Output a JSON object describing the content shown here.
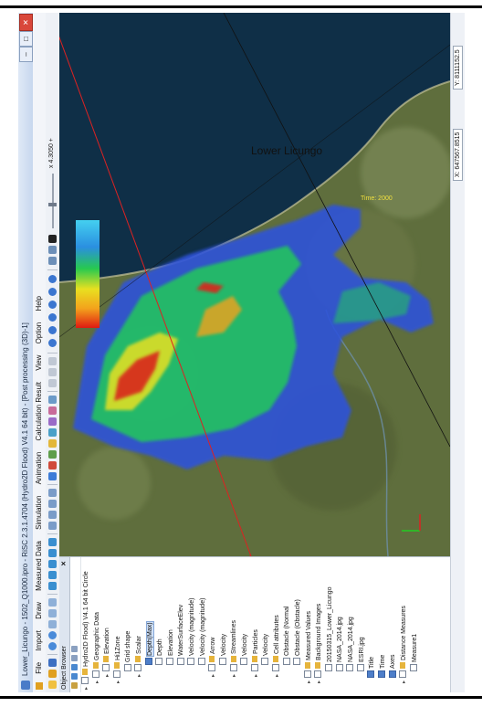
{
  "window": {
    "title": "Lower_Licungo - 1502_Q1000.ipro - RiSC 2.3.1.4704 (Hydro2D Flood) V4.1 64 bit) - [Post processing (3D)-1]"
  },
  "menu": [
    "File",
    "Import",
    "Draw",
    "Measured Data",
    "Simulation",
    "Animation",
    "Calculation Result",
    "View",
    "Option",
    "Help"
  ],
  "window_buttons": [
    "–",
    "□",
    "✕"
  ],
  "object_browser": {
    "title": "Object Browser",
    "close": "✕",
    "items": [
      {
        "label": "Hydro2D Flood) V4.1 64 bit Circle",
        "level": 0,
        "type": "folder"
      },
      {
        "label": "Geographic Data",
        "level": 1,
        "type": "folder"
      },
      {
        "label": "Elevation",
        "level": 2,
        "type": "folder"
      },
      {
        "label": "Hi1Zone",
        "level": 1,
        "type": "folder"
      },
      {
        "label": "Grid shape",
        "level": 2,
        "type": "check"
      },
      {
        "label": "Scalar",
        "level": 2,
        "type": "folder"
      },
      {
        "label": "Depth(Max)",
        "level": 3,
        "type": "check",
        "checked": true,
        "highlight": true
      },
      {
        "label": "Depth",
        "level": 3,
        "type": "check"
      },
      {
        "label": "Elevation",
        "level": 3,
        "type": "check"
      },
      {
        "label": "WaterSurfaceElev",
        "level": 3,
        "type": "check"
      },
      {
        "label": "Velocity (magnitude)",
        "level": 3,
        "type": "check"
      },
      {
        "label": "Velocity (magnitude)",
        "level": 3,
        "type": "check"
      },
      {
        "label": "Arrow",
        "level": 2,
        "type": "folder"
      },
      {
        "label": "Velocity",
        "level": 3,
        "type": "check"
      },
      {
        "label": "Streamlines",
        "level": 2,
        "type": "folder"
      },
      {
        "label": "Velocity",
        "level": 3,
        "type": "check"
      },
      {
        "label": "Particles",
        "level": 2,
        "type": "folder"
      },
      {
        "label": "Velocity",
        "level": 3,
        "type": "check"
      },
      {
        "label": "Cell attributes",
        "level": 2,
        "type": "folder"
      },
      {
        "label": "Obstacle (Normal",
        "level": 3,
        "type": "check"
      },
      {
        "label": "Obstacle (Obstacle)",
        "level": 3,
        "type": "check"
      },
      {
        "label": "Measured Values",
        "level": 1,
        "type": "folder"
      },
      {
        "label": "Background Images",
        "level": 1,
        "type": "folder"
      },
      {
        "label": "20150315_Lower_Licungo",
        "level": 2,
        "type": "check"
      },
      {
        "label": "NASA_2014.jpg",
        "level": 2,
        "type": "check"
      },
      {
        "label": "NASA_2014.jpg",
        "level": 2,
        "type": "check"
      },
      {
        "label": "ESRI.jpg",
        "level": 2,
        "type": "check"
      },
      {
        "label": "Title",
        "level": 1,
        "type": "check",
        "checked": true
      },
      {
        "label": "Time",
        "level": 1,
        "type": "check",
        "checked": true
      },
      {
        "label": "Axes",
        "level": 1,
        "type": "check",
        "checked": true
      },
      {
        "label": "Distance Measures",
        "level": 1,
        "type": "folder"
      },
      {
        "label": "Measure1",
        "level": 2,
        "type": "check"
      }
    ]
  },
  "toolbar": {
    "zoom": "x 4.3050 +"
  },
  "map": {
    "title": "Lower Licungo",
    "time": "Time: 2000",
    "colors": {
      "sea": "#0f2f47",
      "land": "#5f6e3d",
      "flood_low": "#2f52d9",
      "flood_mid": "#23c95a",
      "flood_high": "#d8261a"
    }
  },
  "status": {
    "x": "X: 647567.8515",
    "y": "Y: 8111152.5"
  }
}
